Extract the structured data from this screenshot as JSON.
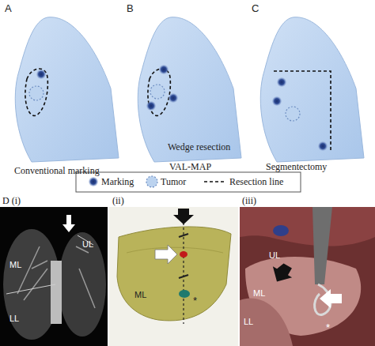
{
  "diagram": {
    "labels": [
      "A",
      "B",
      "C",
      "Conventional marking",
      "Wedge resection",
      "VAL-MAP",
      "Segmentectomy",
      "D (i)",
      "UL",
      "ML",
      "LL",
      "(ii)",
      "ML",
      "*",
      "(iii)",
      "UL",
      "ML",
      "LL",
      "*"
    ],
    "legend": [
      {
        "text": "Marking"
      },
      {
        "text": "Tumor"
      },
      {
        "text": "Resection line"
      }
    ]
  }
}
